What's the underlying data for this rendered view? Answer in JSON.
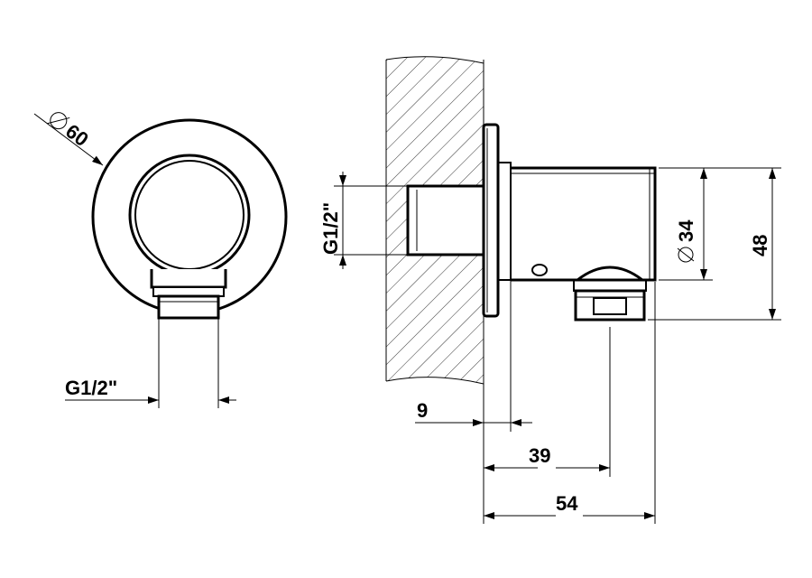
{
  "labels": {
    "front_diameter": "60",
    "front_thread": "G1/2\"",
    "side_thread": "G1/2\"",
    "body_diameter": "34",
    "height": "48",
    "depth_9": "9",
    "depth_39": "39",
    "depth_54": "54"
  }
}
